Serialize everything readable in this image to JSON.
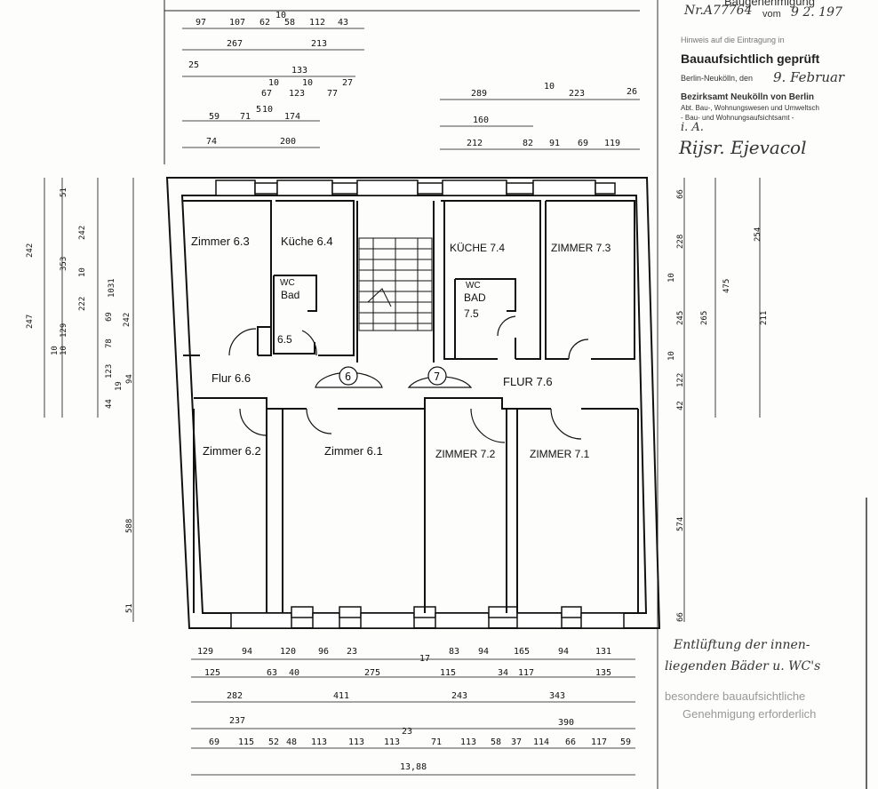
{
  "stamp": {
    "line1": "Baugenehmigung",
    "number": "Nr.A77764",
    "vom": "vom",
    "date": "9 2. 197",
    "line2": "Hinweis auf die Eintragung in",
    "checked": "Bauaufsichtlich geprüft",
    "place": "Berlin-Neukölln, den",
    "place_date": "9. Februar",
    "office": "Bezirksamt Neukölln von Berlin",
    "dept1": "Abt. Bau-, Wohnungswesen und Umweltsch",
    "dept2": "- Bau- und Wohnungsaufsichtsamt -",
    "ia": "i. A.",
    "signature": "Rijsr. Ejevacol"
  },
  "note": {
    "hand1": "Entlüftung der innen-",
    "hand2": "liegenden Bäder u. WC's",
    "typed1": "besondere bauaufsichtliche",
    "typed2": "Genehmigung erforderlich"
  },
  "rooms": [
    {
      "id": "z63",
      "label": "Zimmer 6.3"
    },
    {
      "id": "k64",
      "label": "Küche 6.4"
    },
    {
      "id": "wc1",
      "label": "WC"
    },
    {
      "id": "bad1",
      "label": "Bad"
    },
    {
      "id": "r65",
      "label": "6.5"
    },
    {
      "id": "k74",
      "label": "KÜCHE 7.4"
    },
    {
      "id": "z73",
      "label": "ZIMMER 7.3"
    },
    {
      "id": "wc2",
      "label": "WC"
    },
    {
      "id": "bad2",
      "label": "BAD"
    },
    {
      "id": "r75",
      "label": "7.5"
    },
    {
      "id": "f66",
      "label": "Flur 6.6"
    },
    {
      "id": "f76",
      "label": "FLUR 7.6"
    },
    {
      "id": "z62",
      "label": "Zimmer 6.2"
    },
    {
      "id": "z61",
      "label": "Zimmer 6.1"
    },
    {
      "id": "z72",
      "label": "ZIMMER 7.2"
    },
    {
      "id": "z71",
      "label": "ZIMMER 7.1"
    }
  ],
  "doors": [
    "6",
    "7"
  ],
  "dimensions": {
    "top_left": [
      "97",
      "107",
      "62",
      "10",
      "58",
      "112",
      "43",
      "267",
      "213",
      "25",
      "133",
      "10",
      "10",
      "27",
      "67",
      "123",
      "77",
      "5",
      "10",
      "59",
      "71",
      "174",
      "74",
      "200"
    ],
    "top_right": [
      "289",
      "10",
      "223",
      "26",
      "160",
      "212",
      "82",
      "91",
      "69",
      "119"
    ],
    "bottom": [
      "129",
      "94",
      "120",
      "96",
      "23",
      "83",
      "94",
      "165",
      "94",
      "131",
      "125",
      "63",
      "40",
      "275",
      "17",
      "115",
      "34",
      "117",
      "135",
      "282",
      "411",
      "243",
      "343",
      "237",
      "390",
      "69",
      "115",
      "52",
      "48",
      "113",
      "113",
      "113",
      "23",
      "71",
      "113",
      "58",
      "37",
      "114",
      "66",
      "117",
      "59",
      "13,88"
    ],
    "left": [
      "51",
      "242",
      "353",
      "10",
      "1031",
      "222",
      "69",
      "242",
      "78",
      "129",
      "10",
      "10",
      "123",
      "94",
      "19",
      "44",
      "588",
      "51",
      "247",
      "242"
    ],
    "right": [
      "66",
      "228",
      "254",
      "475",
      "265",
      "245",
      "211",
      "122",
      "42",
      "574",
      "66",
      "10",
      "10"
    ]
  }
}
